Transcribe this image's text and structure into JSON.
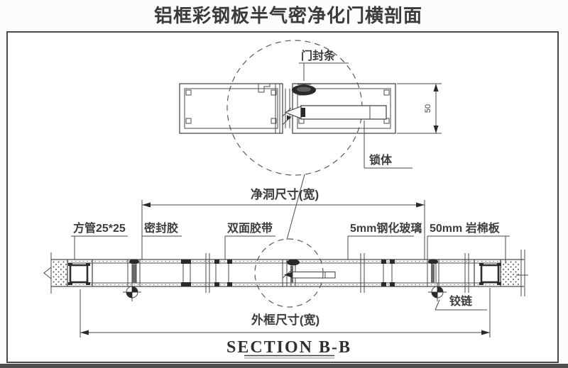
{
  "title": "铝框彩钢板半气密净化门横剖面",
  "detail_view": {
    "door_seal_label": "门封条",
    "lock_body_label": "锁体",
    "height_dim": "50"
  },
  "dimensions": {
    "net_opening_width": "净洞尺寸(宽)",
    "outer_frame_width": "外框尺寸(宽)"
  },
  "part_labels": {
    "square_tube": "方管25*25",
    "sealant": "密封胶",
    "double_sided_tape": "双面胶带",
    "tempered_glass": "5mm钢化玻璃",
    "rock_wool": "50mm 岩棉板",
    "hinge": "铰链"
  },
  "section_title": "SECTION B-B",
  "colors": {
    "ink": "#4a4a4a",
    "background": "#fdfcfa",
    "footer_band": "#4f4f4f"
  }
}
